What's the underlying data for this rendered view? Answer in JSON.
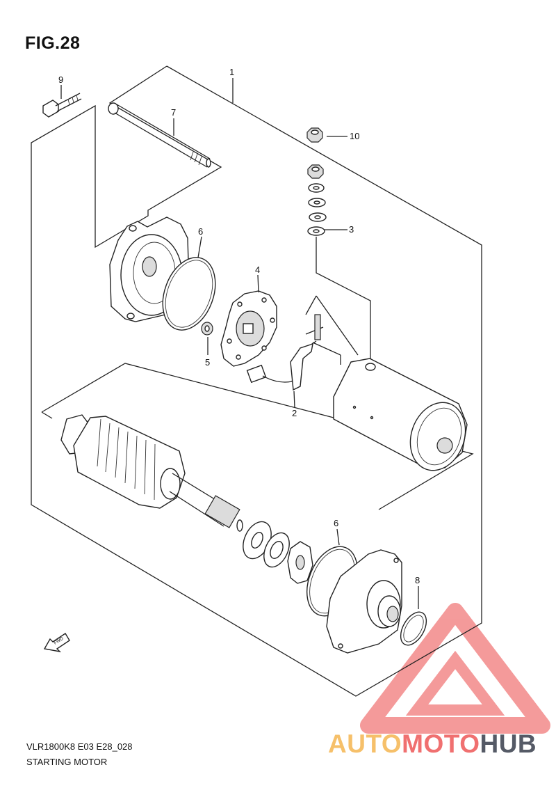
{
  "figure": {
    "title": "FIG.28",
    "model_code": "VLR1800K8 E03 E28_028",
    "name": "STARTING MOTOR"
  },
  "fwd_label": "FWD",
  "callouts": [
    {
      "id": "c1",
      "text": "1"
    },
    {
      "id": "c2",
      "text": "2"
    },
    {
      "id": "c3",
      "text": "3"
    },
    {
      "id": "c4",
      "text": "4"
    },
    {
      "id": "c5",
      "text": "5"
    },
    {
      "id": "c6a",
      "text": "6"
    },
    {
      "id": "c6b",
      "text": "6"
    },
    {
      "id": "c7",
      "text": "7"
    },
    {
      "id": "c8",
      "text": "8"
    },
    {
      "id": "c9",
      "text": "9"
    },
    {
      "id": "c10",
      "text": "10"
    }
  ],
  "watermark": {
    "part1": "AUTO",
    "part2": "MOTO",
    "part3": "HUB",
    "color_triangle": "#f07070",
    "color_auto": "#f6c06a",
    "color_hub": "#555a66"
  }
}
